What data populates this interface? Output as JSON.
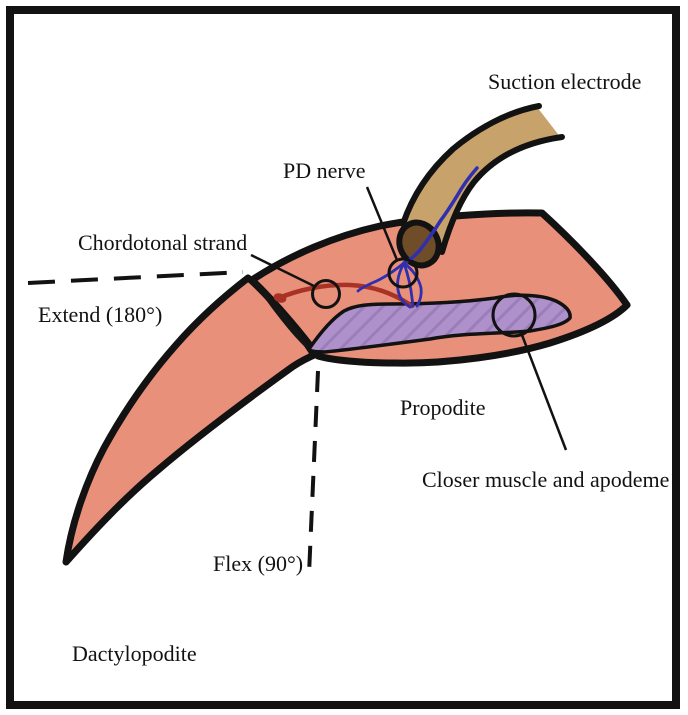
{
  "figure": {
    "description": "Hand-drawn diagram of a crustacean leg nerve-recording preparation",
    "labels": {
      "suction_electrode": "Suction electrode",
      "pd_nerve": "PD nerve",
      "chordotonal_strand": "Chordotonal strand",
      "extend": "Extend (180°)",
      "propodite": "Propodite",
      "closer_muscle_apodeme": "Closer muscle and apodeme",
      "flex": "Flex (90°)",
      "dactylopodite": "Dactylopodite"
    },
    "colors": {
      "background": "#FFFFFF",
      "outline": "#121212",
      "body": "#E9907A",
      "muscle": "#AE90CB",
      "muscle_hatch": "#9A7DB9",
      "electrode": "#C7A26B",
      "electrode_tip": "#6F4D28",
      "nerve_blue": "#2F2FB0",
      "strand_red": "#A93226",
      "label_text": "#121212"
    }
  }
}
